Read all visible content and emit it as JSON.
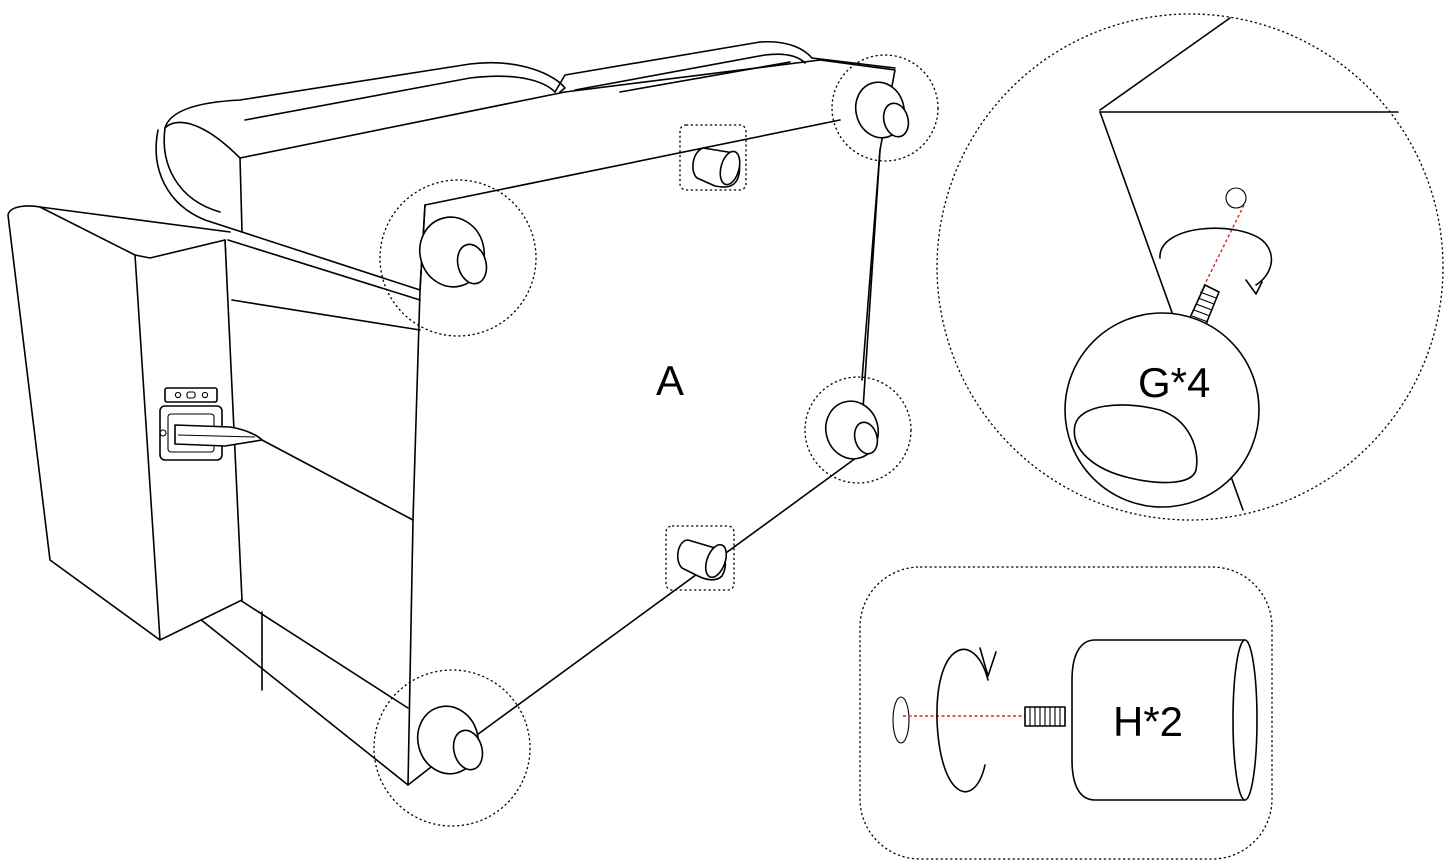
{
  "labels": {
    "part_a": "A",
    "foot_callout": "G*4",
    "pin_callout": "H*2"
  },
  "colors": {
    "line": "#000000",
    "axis_guide": "#e02020",
    "background": "#ffffff"
  },
  "icons": {
    "rotation_arrow": "rotate-arrow-icon"
  }
}
